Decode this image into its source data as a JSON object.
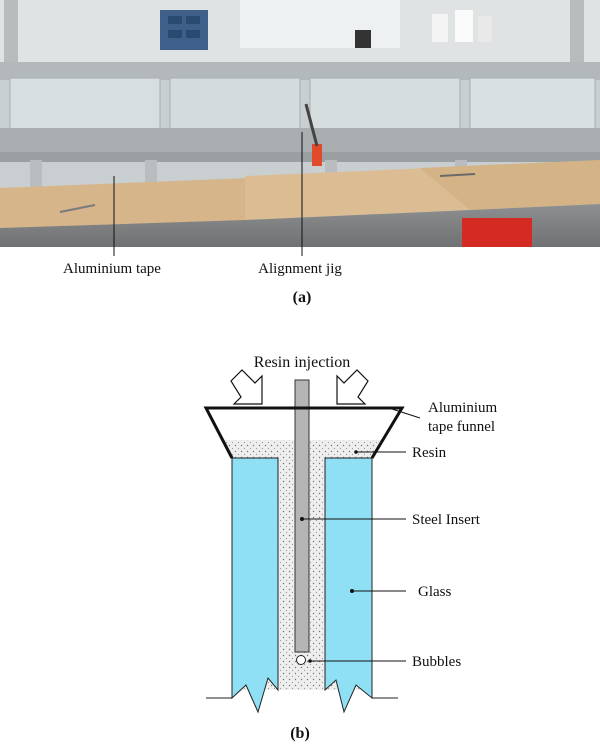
{
  "photo": {
    "labels": {
      "aluminium_tape": "Aluminium tape",
      "alignment_jig": "Alignment jig"
    },
    "caption": "(a)"
  },
  "schematic": {
    "labels": {
      "resin_injection": "Resin injection",
      "funnel_line1": "Aluminium",
      "funnel_line2": "tape funnel",
      "resin": "Resin",
      "steel_insert": "Steel Insert",
      "glass": "Glass",
      "bubbles": "Bubbles"
    },
    "caption": "(b)",
    "colors": {
      "glass": "#8fe0f5",
      "steel": "#b5b5b5",
      "resin": "#eeeeee"
    }
  }
}
